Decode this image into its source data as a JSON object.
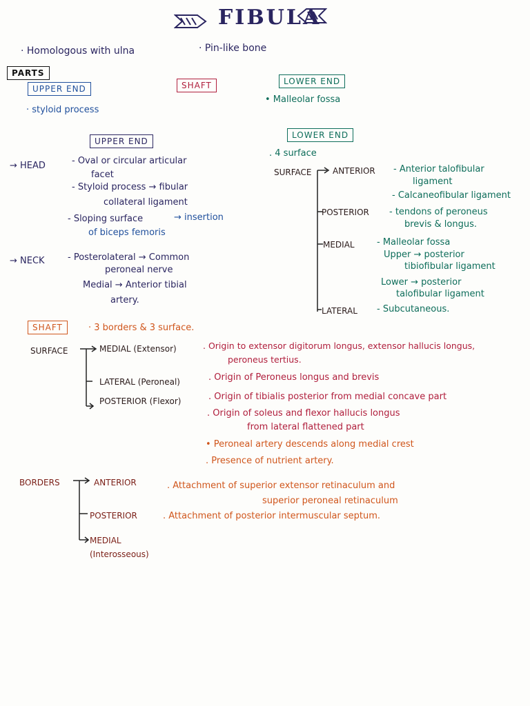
{
  "title": "FIBULA",
  "intro": [
    "· Homologous with ulna",
    "· Pin-like bone"
  ],
  "parts": {
    "label": "PARTS",
    "upper_end": "UPPER END",
    "shaft": "SHAFT",
    "lower_end": "LOWER END",
    "upper_note": "· styloid process",
    "lower_note": "• Malleolar fossa"
  },
  "upper_end": {
    "heading": "UPPER END",
    "head": {
      "label": "→ HEAD",
      "items": [
        "- Oval or circular articular",
        "facet",
        "- Styloid process → fibular",
        "collateral ligament",
        "- Sloping surface",
        "→ insertion",
        "of biceps femoris"
      ]
    },
    "neck": {
      "label": "→ NECK",
      "items": [
        "- Posterolateral → Common",
        "peroneal nerve",
        "Medial → Anterior tibial",
        "artery."
      ]
    }
  },
  "lower_end": {
    "heading": "LOWER END",
    "count": ". 4 surface",
    "surface_label": "SURFACE",
    "anterior": {
      "label": "ANTERIOR",
      "items": [
        "- Anterior talofibular",
        "ligament",
        "- Calcaneofibular ligament"
      ]
    },
    "posterior": {
      "label": "POSTERIOR",
      "items": [
        "- tendons of peroneus",
        "brevis & longus."
      ]
    },
    "medial": {
      "label": "MEDIAL",
      "items": [
        "- Malleolar fossa",
        "Upper → posterior",
        "tibiofibular ligament",
        "Lower → posterior",
        "talofibular ligament"
      ]
    },
    "lateral": {
      "label": "LATERAL",
      "text": "- Subcutaneous."
    }
  },
  "shaft": {
    "heading": "SHAFT",
    "summary": "· 3 borders & 3 surface.",
    "surface_label": "SURFACE",
    "medial": {
      "label": "MEDIAL (Extensor)",
      "items": [
        ". Origin to extensor digitorum longus, extensor hallucis longus,",
        "peroneus tertius."
      ]
    },
    "lateral": {
      "label": "LATERAL (Peroneal)",
      "text": ". Origin of Peroneus longus and brevis"
    },
    "posterior": {
      "label": "POSTERIOR (Flexor)",
      "items": [
        ". Origin of tibialis posterior from medial concave part",
        ". Origin of soleus and flexor hallucis longus",
        "from lateral flattened part",
        "• Peroneal artery descends along medial crest",
        ". Presence of nutrient artery."
      ]
    },
    "borders": {
      "label": "BORDERS",
      "anterior": {
        "label": "ANTERIOR",
        "items": [
          ". Attachment of superior extensor retinaculum and",
          "superior peroneal retinaculum"
        ]
      },
      "posterior": {
        "label": "POSTERIOR",
        "text": ". Attachment of posterior intermuscular septum."
      },
      "medial": {
        "label": "MEDIAL",
        "sub": "(Interosseous)"
      }
    }
  },
  "colors": {
    "navy": "#2a2560",
    "blue": "#1f4f9c",
    "teal": "#0d6d5a",
    "red": "#b01e3c",
    "orange": "#d0561c",
    "brown": "#7a1e16"
  }
}
